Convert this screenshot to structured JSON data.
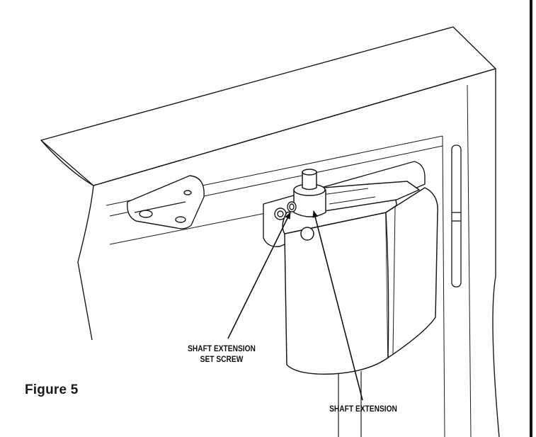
{
  "figure": {
    "caption": "Figure 5",
    "labels": {
      "set_screw_line1": "SHAFT EXTENSION",
      "set_screw_line2": "SET SCREW",
      "shaft_extension": "SHAFT EXTENSION"
    }
  },
  "colors": {
    "line": "#1a1a1a",
    "fill": "#ffffff",
    "rule": "#111111"
  }
}
